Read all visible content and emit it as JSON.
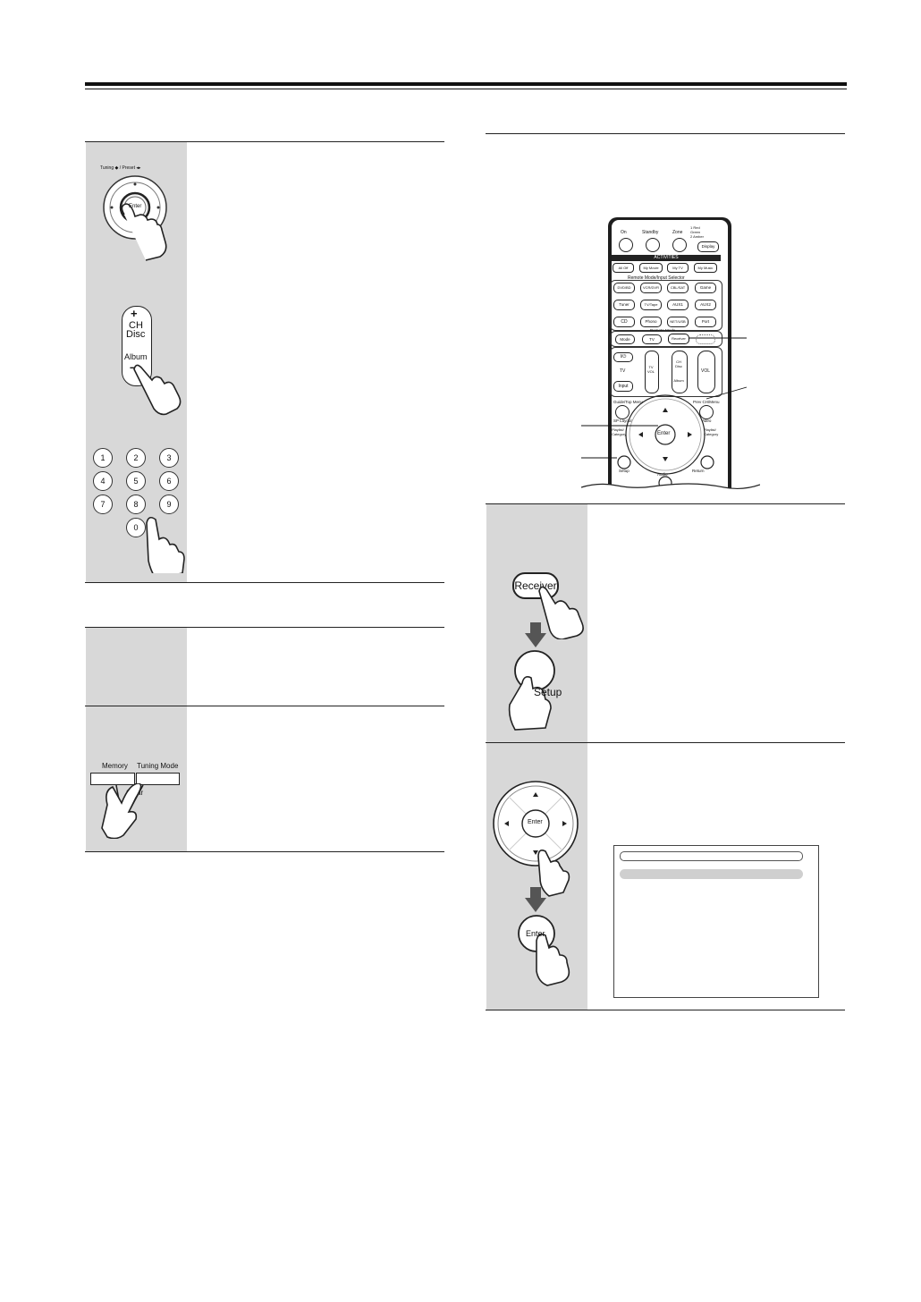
{
  "front_dial": {
    "caption": "Tuning ◆ / Preset ◂▸",
    "center_label": "Enter"
  },
  "ch_button": {
    "plus": "+",
    "line1": "CH",
    "line2": "Disc",
    "line3": "Album",
    "minus": "–"
  },
  "keypad": {
    "keys": [
      "1",
      "2",
      "3",
      "4",
      "5",
      "6",
      "7",
      "8",
      "9",
      "0"
    ]
  },
  "memory_panel": {
    "memory_label": "Memory",
    "tuning_mode_label": "Tuning Mode",
    "clear_label": "Clear"
  },
  "remote": {
    "on": "On",
    "standby": "Standby",
    "zone": "Zone",
    "zone_legend": [
      "1  Red",
      "Green",
      "2  Amber"
    ],
    "display": "Display",
    "activities_header": "ACTIVITIES",
    "activities": [
      "All Off",
      "My Movie",
      "My TV",
      "My Music"
    ],
    "remote_input_header": "Remote Mode/Input Selector",
    "inputs": [
      "DVD/BD",
      "VCR/DVR",
      "CBL/SAT",
      "Game",
      "Tuner",
      "TV/Tape",
      "AUX1",
      "AUX2",
      "CD",
      "Phono",
      "NET/USB",
      "Port"
    ],
    "remote_mode_header": "Remote Mode",
    "remote_modes": [
      "Mode",
      "TV",
      "Receiver"
    ],
    "tv_power": "I/⏻",
    "tv_label": "TV",
    "input": "Input",
    "tv_vol": "TV VOL",
    "ch_disc": "CH Disc",
    "album": "Album",
    "vol": "VOL",
    "guide": "Guide/Top Menu",
    "prev_ch": "Prev CH/Menu",
    "sp_layout": "SP Layout",
    "video": "Video",
    "playlist_left": "Playlist/ Category",
    "playlist_right": "Playlist/ Category",
    "enter": "Enter",
    "setup": "Setup",
    "audio": "Audio",
    "return": "Return"
  },
  "step1": {
    "receiver_button": "Receiver",
    "setup_button": "Setup"
  },
  "step2": {
    "enter_button": "Enter",
    "dial_center": "Enter"
  }
}
